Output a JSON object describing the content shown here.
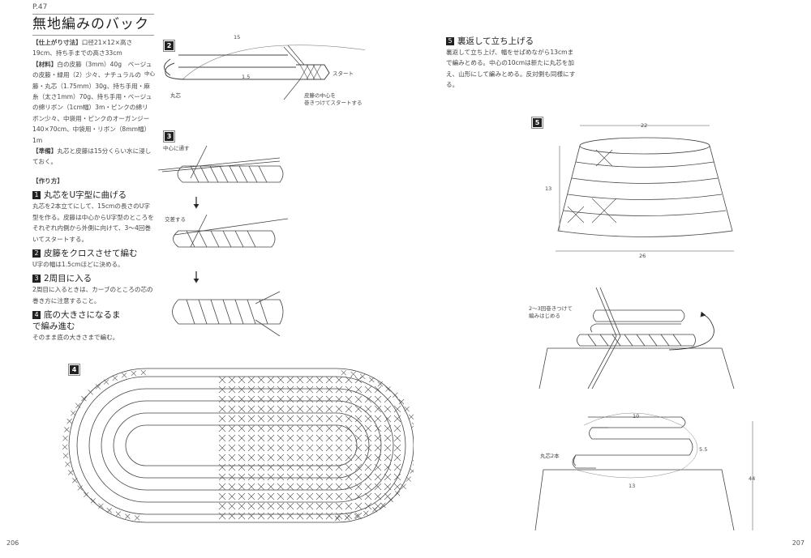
{
  "page_ref": "P.47",
  "title": "無地編みのバック",
  "spec": {
    "size_label": "【仕上がり寸法】",
    "size_text": "口径21×12×高さ19cm、持ち手までの高さ33cm",
    "materials_label": "【材料】",
    "materials_text": "白の皮籐（3mm）40g　ベージュの皮籐・緑用（2）少々、ナチュラルの籐・丸芯（1.75mm）30g、持ち手用・麻糸（太さ1mm）70g、持ち手用・ベージュの綿リボン（1cm幅）3m・ピンクの綿リボン少々、中袋用・ピンクのオーガンジー140×70cm、中袋用・リボン（8mm幅）1m",
    "prep_label": "【準備】",
    "prep_text": "丸芯と皮籐は15分くらい水に浸しておく。"
  },
  "how_label": "【作り方】",
  "steps": [
    {
      "num": "1",
      "title": "丸芯をU字型に曲げる",
      "text": "丸芯を2本立てにして、15cmの長さのU字型を作る。皮籐は中心からU字型のところをそれぞれ内側から外側に向けて、3〜4回巻いてスタートする。"
    },
    {
      "num": "2",
      "title": "皮籐をクロスさせて編む",
      "text": "U字の幅は1.5cmほどに決める。"
    },
    {
      "num": "3",
      "title": "2周目に入る",
      "text": "2周目に入るときは、カーブのところの芯の巻き方に注意すること。"
    },
    {
      "num": "4",
      "title": "底の大きさになるまで編み進む",
      "text": "そのまま底の大きさまで編む。"
    },
    {
      "num": "5",
      "title": "裏返して立ち上げる",
      "text": "裏返して立ち上げ、幅をせばめながら13cmまで編みとめる。中心の10cmは新たに丸芯を加え、山形にして編みとめる。反対側も同様にする。"
    }
  ],
  "fig2": {
    "badge": "2",
    "dim_len": "15",
    "dim_width": "1.5",
    "center": "中心",
    "core": "丸芯",
    "start": "スタート",
    "note1": "皮籐の中心を",
    "note2": "巻きつけてスタートする"
  },
  "fig3": {
    "badge": "3",
    "pass": "中心に通す",
    "cross": "交差する"
  },
  "fig4": {
    "badge": "4"
  },
  "fig5": {
    "badge": "5",
    "top": "22",
    "height": "13",
    "bottom": "26"
  },
  "fig6": {
    "note1": "2〜3回巻きつけて",
    "note2": "編みはじめる"
  },
  "fig7": {
    "w": "10",
    "h": "5.5",
    "b": "13",
    "total": "44",
    "core": "丸芯2本"
  },
  "pages": {
    "left": "206",
    "right": "207"
  }
}
